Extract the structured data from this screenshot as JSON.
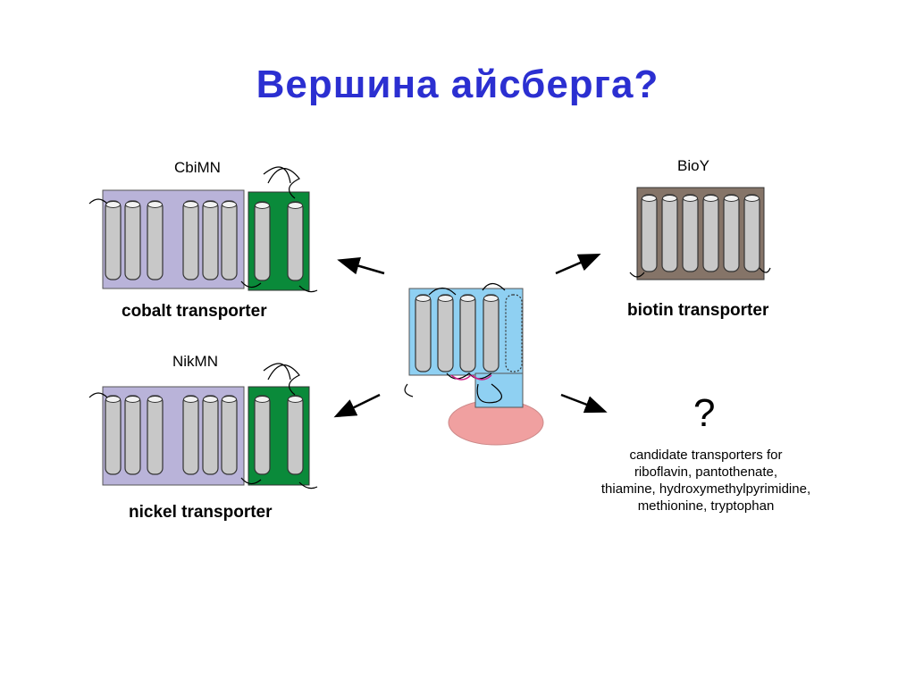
{
  "title": "Вершина айсберга?",
  "panels": {
    "cobalt": {
      "name": "CbiMN",
      "caption": "cobalt transporter"
    },
    "nickel": {
      "name": "NikMN",
      "caption": "nickel transporter"
    },
    "biotin": {
      "name": "BioY",
      "caption": "biotin transporter"
    },
    "candidates": {
      "mark": "?",
      "lines": [
        "candidate transporters for",
        "riboflavin, pantothenate,",
        "thiamine, hydroxymethylpyrimidine,",
        "methionine, tryptophan"
      ]
    }
  },
  "colors": {
    "title": "#2b2fd1",
    "cbi_box": "#b9b3d9",
    "cbi_green": "#0a8a3a",
    "bio_box": "#857468",
    "center_box": "#8fd0f2",
    "center_ellipse": "#f0a0a0",
    "helix": "#c8c8c8"
  }
}
